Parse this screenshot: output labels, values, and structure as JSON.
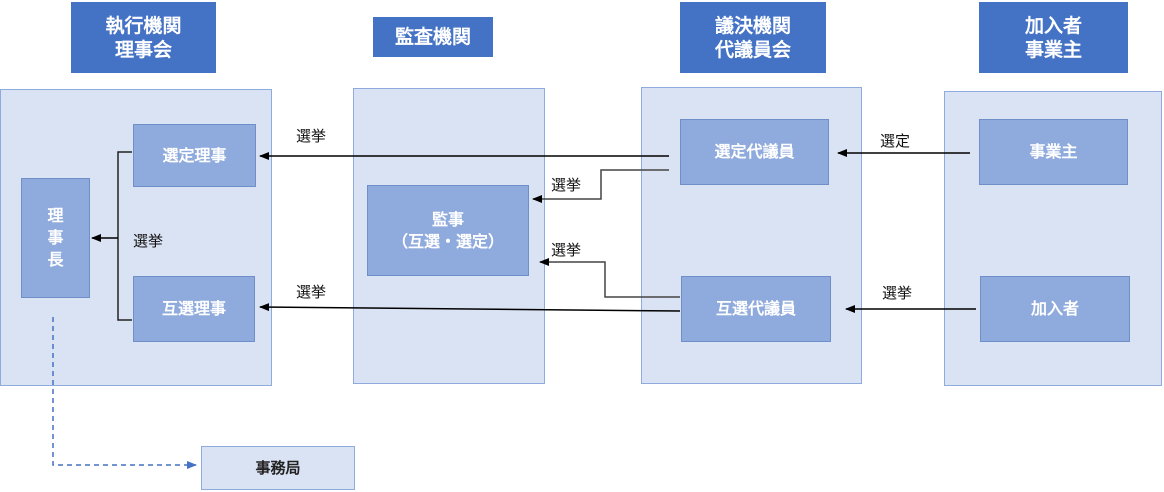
{
  "headers": {
    "executive": [
      "執行機関",
      "理事会"
    ],
    "audit": [
      "監査機関"
    ],
    "decision": [
      "議決機関",
      "代議員会"
    ],
    "members": [
      "加入者",
      "事業主"
    ]
  },
  "boxes": {
    "chairman": [
      "理",
      "事",
      "長"
    ],
    "appointed_director": "選定理事",
    "mutual_director": "互選理事",
    "auditor": [
      "監事",
      "（互選・選定）"
    ],
    "appointed_delegate": "選定代議員",
    "mutual_delegate": "互選代議員",
    "employer": "事業主",
    "subscriber": "加入者",
    "secretariat": "事務局"
  },
  "labels": {
    "elect_chairman": "選挙",
    "elect_appointed_director": "選挙",
    "elect_mutual_director": "選挙",
    "elect_auditor_1": "選挙",
    "elect_auditor_2": "選挙",
    "appoint_delegate": "選定",
    "elect_delegate": "選挙"
  },
  "colors": {
    "header": "#4472c4",
    "panel": "#dae3f3",
    "box": "#8faadc",
    "dashed": "#4472c4"
  }
}
